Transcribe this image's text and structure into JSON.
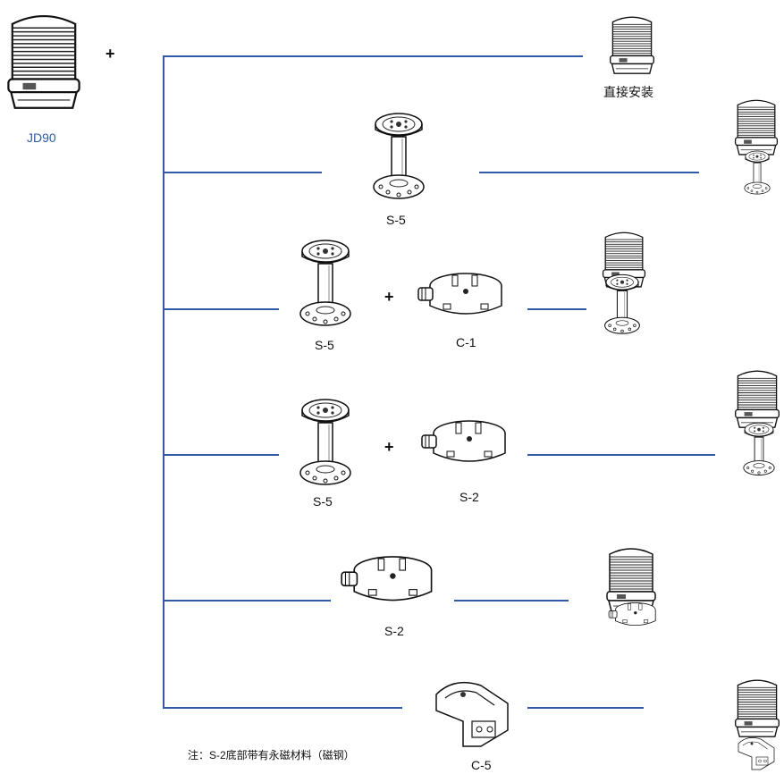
{
  "product": {
    "name": "JD90"
  },
  "symbols": {
    "plus": "+"
  },
  "options": [
    {
      "mount_label": "直接安装"
    },
    {
      "parts": [
        "S-5"
      ]
    },
    {
      "parts": [
        "S-5",
        "C-1"
      ]
    },
    {
      "parts": [
        "S-5",
        "S-2"
      ]
    },
    {
      "parts": [
        "S-2"
      ]
    },
    {
      "parts": [
        "C-5"
      ]
    }
  ],
  "note": "注：S-2底部带有永磁材料（磁钢）",
  "colors": {
    "line": "#2f5aa6",
    "product_label": "#2f5aa6"
  }
}
